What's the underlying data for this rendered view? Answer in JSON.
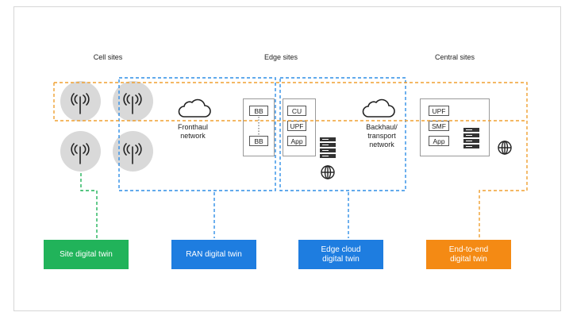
{
  "headers": {
    "cell_sites": "Cell sites",
    "edge_sites": "Edge sites",
    "central_sites": "Central sites"
  },
  "networks": {
    "fronthaul_line1": "Fronthaul",
    "fronthaul_line2": "network",
    "backhaul_line1": "Backhaul/",
    "backhaul_line2": "transport",
    "backhaul_line3": "network"
  },
  "functions": {
    "bb_top": "BB",
    "bb_bottom": "BB",
    "cu": "CU",
    "upf_edge": "UPF",
    "app_edge": "App",
    "upf_central": "UPF",
    "smf_central": "SMF",
    "app_central": "App"
  },
  "twins": {
    "site": {
      "line1": "Site digital twin",
      "line2": "",
      "color": "#21b35a"
    },
    "ran": {
      "line1": "RAN digital twin",
      "line2": "",
      "color": "#1e7de0"
    },
    "edge": {
      "line1": "Edge cloud",
      "line2": "digital twin",
      "color": "#1e7de0"
    },
    "e2e": {
      "line1": "End-to-end",
      "line2": "digital twin",
      "color": "#f48a14"
    }
  },
  "colors": {
    "orange_dashed": "#f0a030",
    "blue_dashed": "#2f8ee6",
    "green_dashed": "#21b35a",
    "antenna_bg": "#d9d9d9"
  },
  "icons": [
    "antenna-icon",
    "cloud-icon",
    "server-rack-icon",
    "globe-icon"
  ]
}
